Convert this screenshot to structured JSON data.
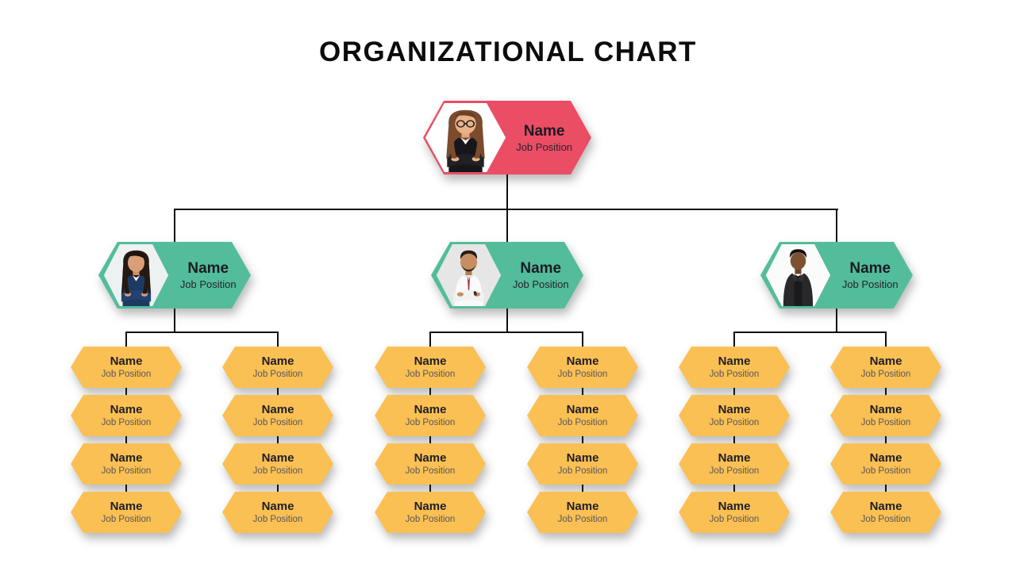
{
  "title": "ORGANIZATIONAL CHART",
  "colors": {
    "root_accent": "#EB4D64",
    "manager_accent": "#53BD9B",
    "member_accent": "#FBC053",
    "connector": "#0F0F0F",
    "background": "#FFFFFF"
  },
  "root": {
    "name": "Name",
    "position": "Job Position",
    "photo": "businesswoman-glasses-black-blazer-photo"
  },
  "branches": [
    {
      "manager": {
        "name": "Name",
        "position": "Job Position",
        "photo": "businesswoman-navy-blazer-photo"
      },
      "columns": [
        {
          "members": [
            {
              "name": "Name",
              "position": "Job Position"
            },
            {
              "name": "Name",
              "position": "Job Position"
            },
            {
              "name": "Name",
              "position": "Job Position"
            },
            {
              "name": "Name",
              "position": "Job Position"
            }
          ]
        },
        {
          "members": [
            {
              "name": "Name",
              "position": "Job Position"
            },
            {
              "name": "Name",
              "position": "Job Position"
            },
            {
              "name": "Name",
              "position": "Job Position"
            },
            {
              "name": "Name",
              "position": "Job Position"
            }
          ]
        }
      ]
    },
    {
      "manager": {
        "name": "Name",
        "position": "Job Position",
        "photo": "businessman-white-shirt-red-tie-photo"
      },
      "columns": [
        {
          "members": [
            {
              "name": "Name",
              "position": "Job Position"
            },
            {
              "name": "Name",
              "position": "Job Position"
            },
            {
              "name": "Name",
              "position": "Job Position"
            },
            {
              "name": "Name",
              "position": "Job Position"
            }
          ]
        },
        {
          "members": [
            {
              "name": "Name",
              "position": "Job Position"
            },
            {
              "name": "Name",
              "position": "Job Position"
            },
            {
              "name": "Name",
              "position": "Job Position"
            },
            {
              "name": "Name",
              "position": "Job Position"
            }
          ]
        }
      ]
    },
    {
      "manager": {
        "name": "Name",
        "position": "Job Position",
        "photo": "businessman-dark-suit-photo"
      },
      "columns": [
        {
          "members": [
            {
              "name": "Name",
              "position": "Job Position"
            },
            {
              "name": "Name",
              "position": "Job Position"
            },
            {
              "name": "Name",
              "position": "Job Position"
            },
            {
              "name": "Name",
              "position": "Job Position"
            }
          ]
        },
        {
          "members": [
            {
              "name": "Name",
              "position": "Job Position"
            },
            {
              "name": "Name",
              "position": "Job Position"
            },
            {
              "name": "Name",
              "position": "Job Position"
            },
            {
              "name": "Name",
              "position": "Job Position"
            }
          ]
        }
      ]
    }
  ]
}
